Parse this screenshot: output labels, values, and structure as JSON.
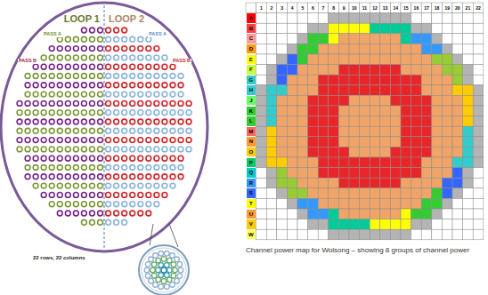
{
  "diagram": {
    "caption": "Channel power map for Wolsong – showing 8 groups of channel power",
    "labels": [
      "LOOP 1",
      "LOOP 2",
      "PASS A",
      "PASS B",
      "PASS A",
      "PASS B",
      "22 rows, 22 columns",
      "1",
      "2",
      "3",
      "4",
      "5",
      "6",
      "7",
      "8",
      "9",
      "10",
      "11",
      "12",
      "13",
      "14",
      "15",
      "16",
      "17",
      "18",
      "19",
      "20",
      "21",
      "22",
      "A",
      "B",
      "C",
      "D",
      "E",
      "F",
      "G",
      "H",
      "J",
      "K",
      "L",
      "M",
      "N",
      "O",
      "P",
      "Q",
      "R",
      "S",
      "T",
      "U",
      "V",
      "W"
    ]
  }
}
